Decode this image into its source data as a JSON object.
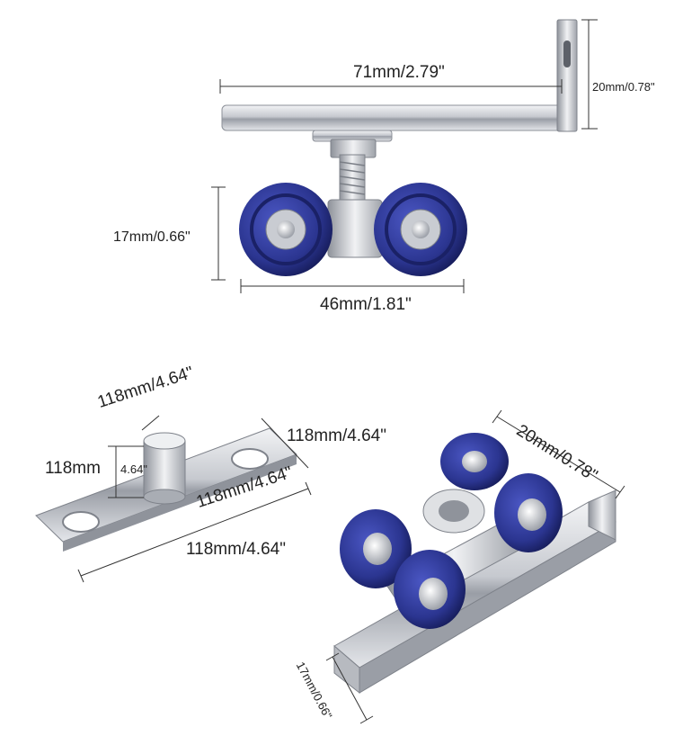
{
  "top_assembly": {
    "rod_length": "71mm/2.79\"",
    "bracket_height": "20mm/0.78\"",
    "wheel_height": "17mm/0.66\"",
    "wheel_span": "46mm/1.81\""
  },
  "pivot_plate": {
    "pin_diameter": "118mm/4.64\"",
    "plate_width": "118mm/4.64\"",
    "pin_height_a": "118mm",
    "pin_height_b": "4.64\"",
    "inner_span": "118mm/4.64\"",
    "plate_length": "118mm/4.64\""
  },
  "carriage": {
    "bracket_width": "20mm/0.78\"",
    "track_height": "17mm/0.66\""
  },
  "colors": {
    "wheel_blue": "#2b3590",
    "steel": "#c9ccd2",
    "dim_line": "#333333"
  }
}
